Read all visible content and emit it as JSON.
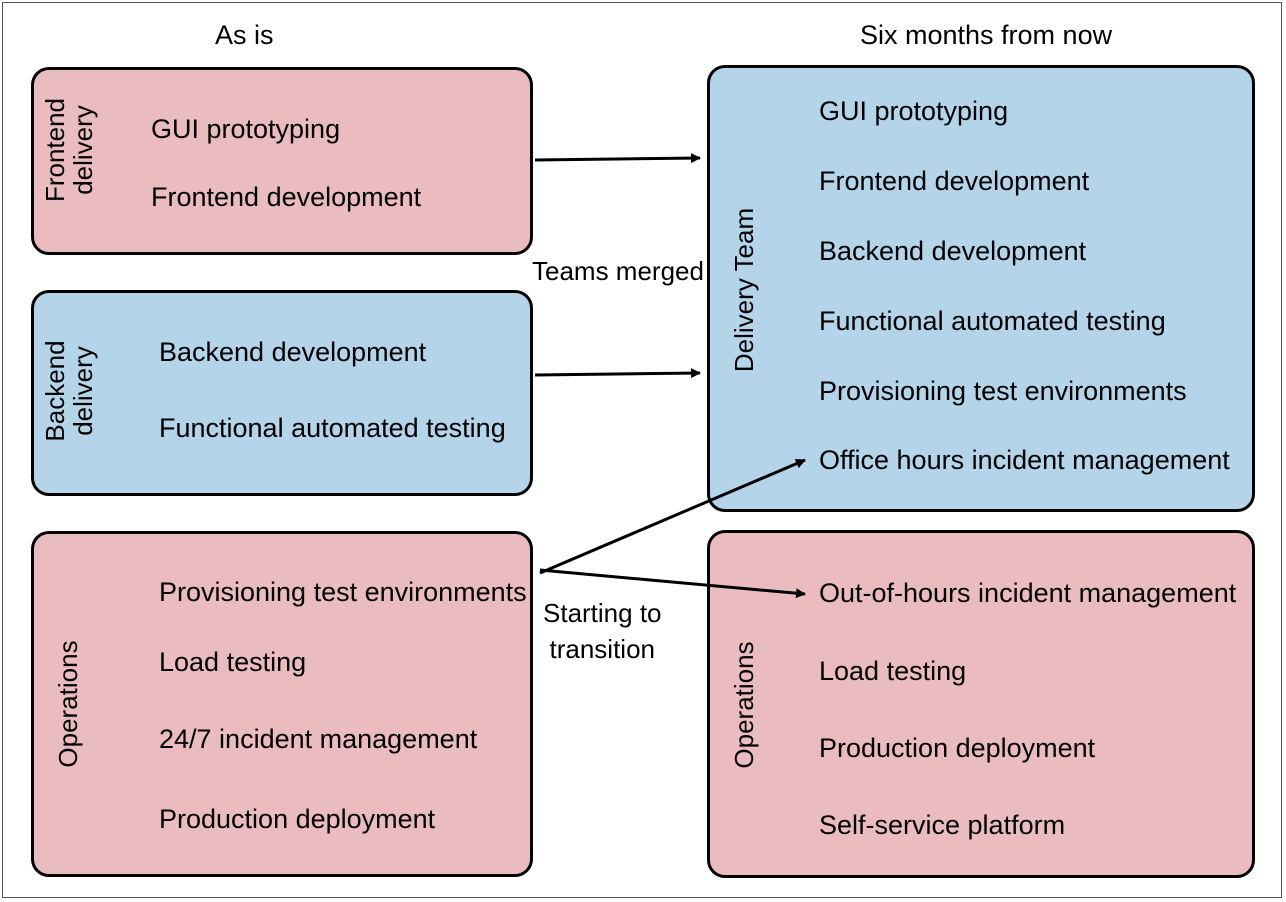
{
  "titles": {
    "left": "As is",
    "right": "Six months from now"
  },
  "frontend": {
    "label": [
      "Frontend",
      "delivery"
    ],
    "items": [
      "GUI prototyping",
      "Frontend development"
    ]
  },
  "backend": {
    "label": [
      "Backend",
      "delivery"
    ],
    "items": [
      "Backend development",
      "Functional automated testing"
    ]
  },
  "ops_left": {
    "label": "Operations",
    "items": [
      "Provisioning test environments",
      "Load testing",
      "24/7 incident management",
      "Production deployment"
    ]
  },
  "delivery_team": {
    "label": "Delivery Team",
    "items": [
      "GUI prototyping",
      "Frontend development",
      "Backend development",
      "Functional automated testing",
      "Provisioning test environments",
      "Office hours incident management"
    ]
  },
  "ops_right": {
    "label": "Operations",
    "items": [
      "Out-of-hours incident management",
      "Load testing",
      "Production deployment",
      "Self-service platform"
    ]
  },
  "notes": {
    "merged": "Teams merged",
    "transition": [
      "Starting to",
      "transition"
    ]
  },
  "colors": {
    "pink": "#ebbcbf",
    "blue": "#b4d4ea"
  }
}
